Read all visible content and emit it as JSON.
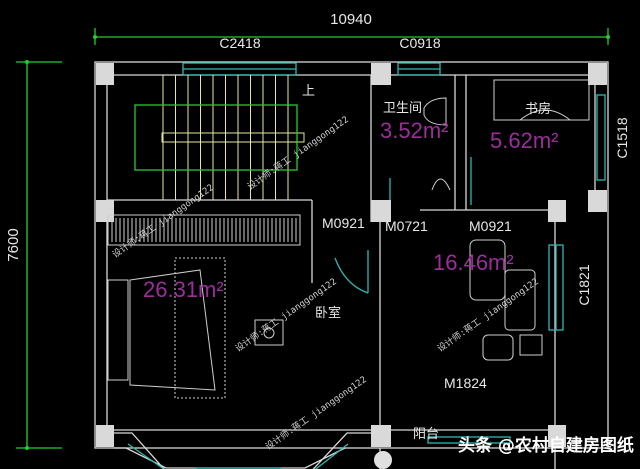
{
  "dimensions": {
    "width_total": "10940",
    "height_total": "7600"
  },
  "windows": {
    "top_left": "C2418",
    "top_mid": "C0918",
    "study_right": "C1518",
    "living_right": "C1821"
  },
  "doors": {
    "bathroom": "M0721",
    "study": "M0921",
    "bedroom": "M0921",
    "balcony": "M1824"
  },
  "rooms": {
    "bathroom": {
      "name": "卫生间",
      "area": "3.52m²"
    },
    "study": {
      "name": "书房",
      "area": "5.62m²"
    },
    "bedroom": {
      "name": "卧室",
      "area": "26.31m²"
    },
    "living": {
      "area": "16.46m²"
    },
    "balcony": {
      "name": "阳台"
    },
    "stair_up": "上"
  },
  "watermark": "设计师:蒋工 jianggong122",
  "credit": "头条 @农村自建房图纸",
  "colors": {
    "background": "#000000",
    "dimension_line": "#22cc33",
    "window": "#2fb8b0",
    "area_text": "#9a2f9a",
    "wall": "#d8d8d8"
  }
}
